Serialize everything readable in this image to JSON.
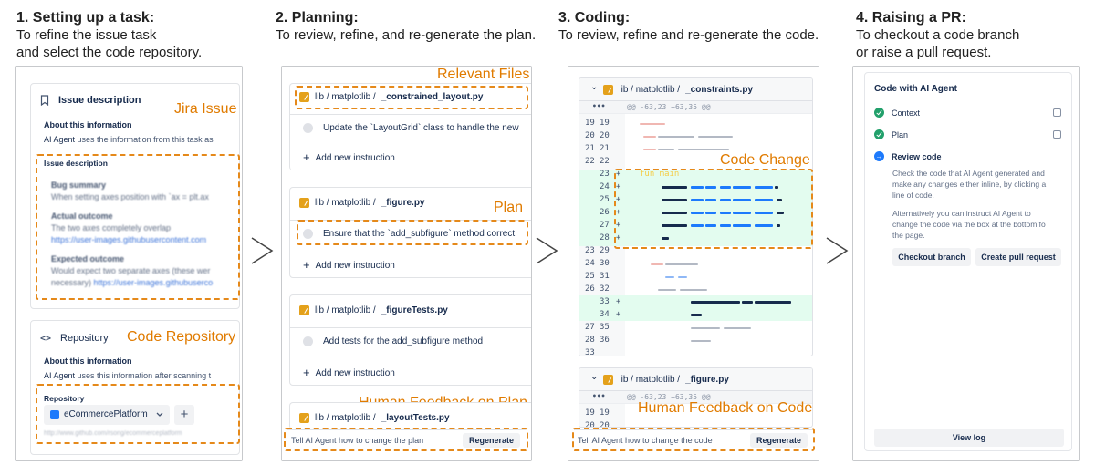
{
  "steps": [
    {
      "title": "1. Setting up a task:",
      "line1": "To refine the issue task",
      "line2": "and select the code repository."
    },
    {
      "title": "2. Planning:",
      "line1": "To review, refine, and re-generate the plan."
    },
    {
      "title": "3. Coding:",
      "line1": "To review, refine and re-generate the code."
    },
    {
      "title": "4. Raising a PR:",
      "line1": "To checkout a code branch",
      "line2": "or raise a pull request."
    }
  ],
  "separator": ">",
  "task": {
    "issue_card_title": "Issue description",
    "about_label": "About this information",
    "about_text_agent": "AI Agent",
    "about_text_rest": "uses the information from this task as",
    "jira_annotation": "Jira Issue",
    "issue_section_label": "Issue description",
    "bug_summary_label": "Bug summary",
    "bug_summary_text": "When setting axes position with `ax = plt.ax",
    "actual_label": "Actual outcome",
    "actual_text": "The two axes completely overlap",
    "actual_link": "https://user-images.githubusercontent.com",
    "expected_label": "Expected outcome",
    "expected_text": "Would expect two separate axes (these wer",
    "expected_text2": "necessary)",
    "expected_link": "https://user-images.githubuserco",
    "repo_card_title": "Repository",
    "repo_about_label": "About this information",
    "repo_about_agent": "AI Agent",
    "repo_about_rest": "uses this information after scanning t",
    "repo_annotation": "Code Repository",
    "repo_section_label": "Repository",
    "repo_selected": "eCommercePlatform",
    "repo_url": "http://www.github.com/rsong/ecommerceplatform"
  },
  "planning": {
    "relevant_files_annotation": "Relevant Files",
    "plan_annotation": "Plan",
    "feedback_annotation": "Human Feedback on Plan",
    "path_prefix": "lib / matplotlib /",
    "files": [
      {
        "name": "_constrained_layout.py",
        "instruction": "Update the `LayoutGrid` class to handle the new"
      },
      {
        "name": "_figure.py",
        "instruction": "Ensure that the `add_subfigure` method correct"
      },
      {
        "name": "_figureTests.py",
        "instruction": "Add tests for the add_subfigure method"
      },
      {
        "name": "_layoutTests.py"
      }
    ],
    "add_instruction": "Add new instruction",
    "tell_placeholder": "Tell AI Agent how to change the plan",
    "regenerate": "Regenerate"
  },
  "coding": {
    "code_change_annotation": "Code Change",
    "feedback_annotation": "Human Feedback on Code",
    "path_prefix": "lib / matplotlib /",
    "file1": "_constraints.py",
    "file2": "_figure.py",
    "hunk": "@@ -63,23 +63,35 @@",
    "more": "•••",
    "chevron": "⌄",
    "lines_top": [
      [
        "19",
        "19"
      ],
      [
        "20",
        "20"
      ],
      [
        "21",
        "21"
      ],
      [
        "22",
        "22"
      ]
    ],
    "lines_added": [
      "23",
      "24",
      "25",
      "26",
      "27",
      "28"
    ],
    "lines_mid": [
      [
        "23",
        "29"
      ],
      [
        "24",
        "30"
      ],
      [
        "25",
        "31"
      ],
      [
        "26",
        "32"
      ]
    ],
    "lines_added2": [
      "33",
      "34"
    ],
    "lines_bottom": [
      [
        "27",
        "35"
      ],
      [
        "28",
        "36"
      ],
      [
        "33",
        ""
      ]
    ],
    "file2_lines": [
      [
        "19",
        "19"
      ],
      [
        "20",
        "20"
      ]
    ],
    "plus": "+",
    "fun_main": "fun main",
    "tell_placeholder": "Tell AI Agent how to change the code",
    "regenerate": "Regenerate"
  },
  "pr": {
    "title": "Code with AI Agent",
    "context": "Context",
    "plan": "Plan",
    "review": "Review code",
    "arrow": "→",
    "desc1": [
      "Check the code that AI Agent generated and",
      "make any changes either inline, by clicking a",
      "line of code."
    ],
    "desc2": [
      "Alternatively you can instruct  AI Agent to",
      "change the code via the box at the bottom fo",
      "the page."
    ],
    "checkout": "Checkout branch",
    "create_pr": "Create pull request",
    "view_log": "View log"
  },
  "colors": {
    "accent_orange": "#e07b00",
    "added_bg": "#e3fcef",
    "blue_token": "#1d7afc",
    "dark_token": "#172b4d"
  }
}
